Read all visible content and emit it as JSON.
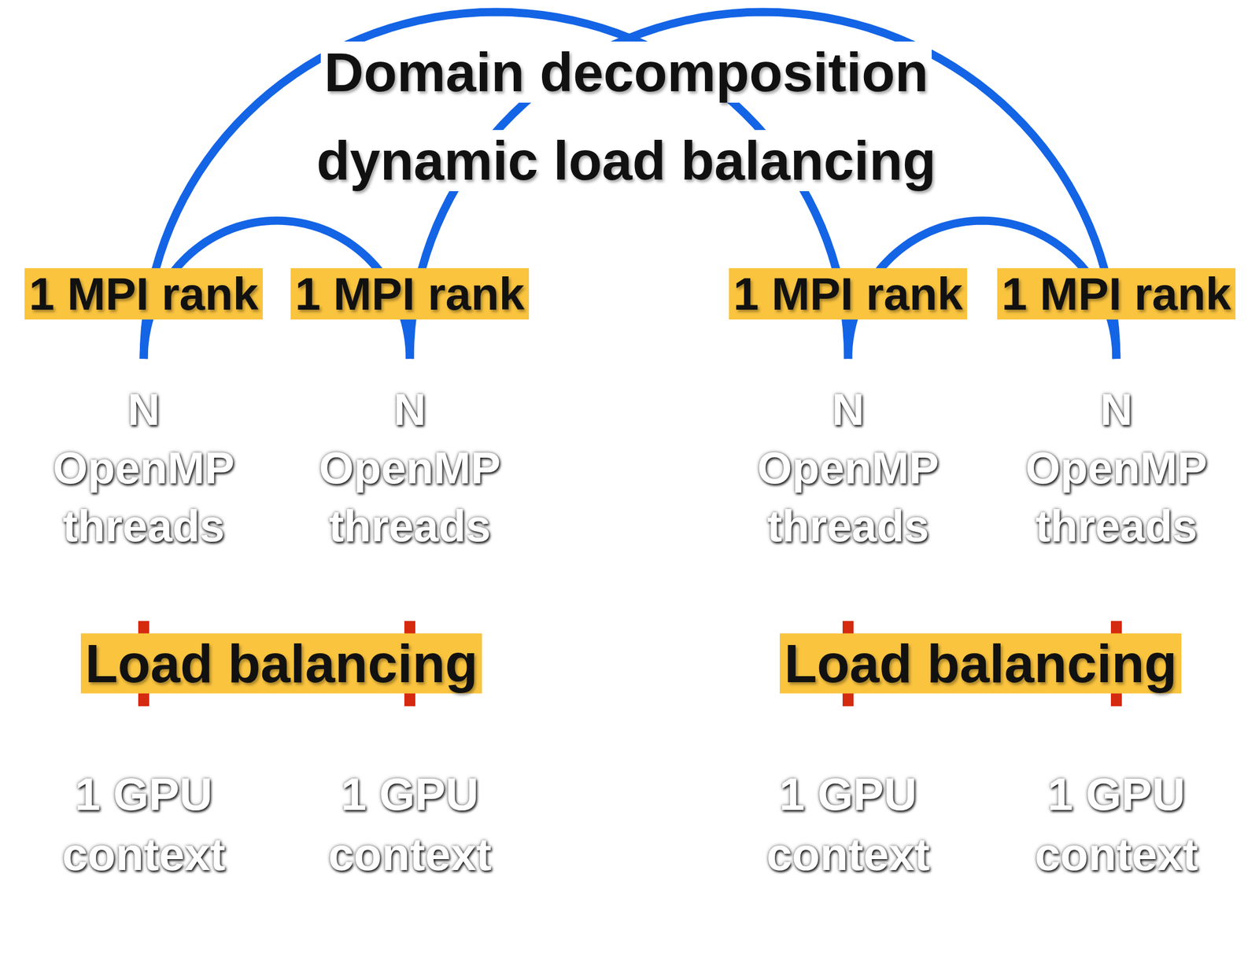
{
  "diagram": {
    "title": "Domain decomposition dynamic load balancing",
    "nodes": [
      {
        "text": [
          "Load balancing"
        ]
      },
      {
        "text": [
          "1 MPI rank",
          "N OpenMP threads"
        ],
        "in": 0
      },
      {
        "text": [
          "1 MPI rank",
          "N OpenMP threads"
        ],
        "in": 0
      },
      {
        "text": [
          "1 GPU context"
        ],
        "in": 0
      },
      {
        "text": [
          "1 GPU context"
        ],
        "in": 0
      },
      {
        "text": [
          "Load balancing"
        ]
      },
      {
        "text": [
          "1 MPI rank",
          "N OpenMP threads"
        ],
        "in": 5
      },
      {
        "text": [
          "1 MPI rank",
          "N OpenMP threads"
        ],
        "in": 5
      },
      {
        "text": [
          "1 GPU context"
        ],
        "in": 5
      },
      {
        "text": [
          "1 GPU context"
        ],
        "in": 5
      }
    ],
    "edges": [
      {
        "from": 1,
        "to": 3,
        "arrow": "none"
      },
      {
        "from": 2,
        "to": 4,
        "arrow": "none"
      },
      {
        "from": 6,
        "to": 8,
        "arrow": "none"
      },
      {
        "from": 7,
        "to": 9,
        "arrow": "none"
      },
      {
        "from": 1,
        "to": 2,
        "arrow": "none"
      },
      {
        "from": 6,
        "to": 7,
        "arrow": "none"
      },
      {
        "from": 1,
        "to": 6,
        "arrow": "none"
      },
      {
        "from": 2,
        "to": 7,
        "arrow": "none"
      }
    ]
  }
}
